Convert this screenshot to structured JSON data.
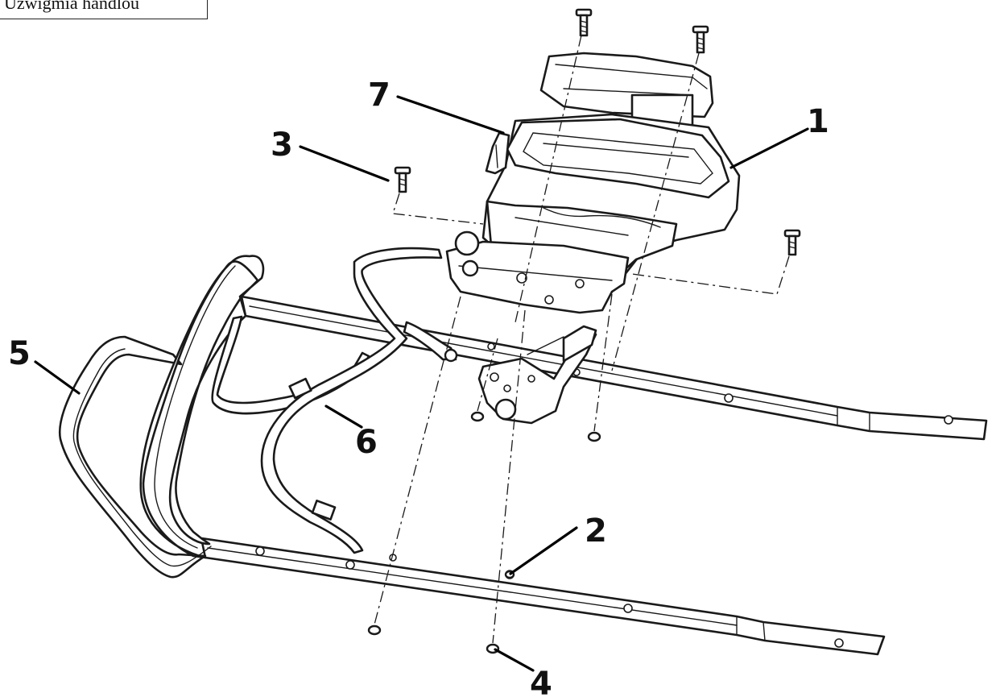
{
  "header": {
    "title_text": "Uzwigmia handlou"
  },
  "callouts": [
    {
      "id": "1",
      "label": "1"
    },
    {
      "id": "2",
      "label": "2"
    },
    {
      "id": "3",
      "label": "3"
    },
    {
      "id": "4",
      "label": "4"
    },
    {
      "id": "5",
      "label": "5"
    },
    {
      "id": "6",
      "label": "6"
    },
    {
      "id": "7",
      "label": "7"
    }
  ],
  "colors": {
    "line": "#1a1a1a",
    "background": "#ffffff"
  }
}
